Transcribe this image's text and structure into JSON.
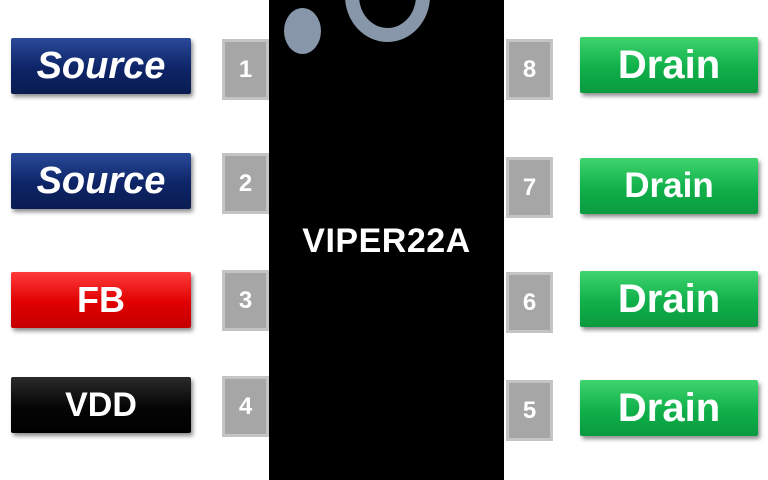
{
  "chip": {
    "name": "VIPER22A"
  },
  "pins": [
    {
      "number": "1",
      "label": "Source"
    },
    {
      "number": "2",
      "label": "Source"
    },
    {
      "number": "3",
      "label": "FB"
    },
    {
      "number": "4",
      "label": "VDD"
    },
    {
      "number": "5",
      "label": "Drain"
    },
    {
      "number": "6",
      "label": "Drain"
    },
    {
      "number": "7",
      "label": "Drain"
    },
    {
      "number": "8",
      "label": "Drain"
    }
  ],
  "colors": {
    "source": "#0d2466",
    "fb": "#e00000",
    "vdd": "#000000",
    "drain": "#10b04a",
    "pin": "#a6a6a6",
    "notch": "#8796a8"
  }
}
